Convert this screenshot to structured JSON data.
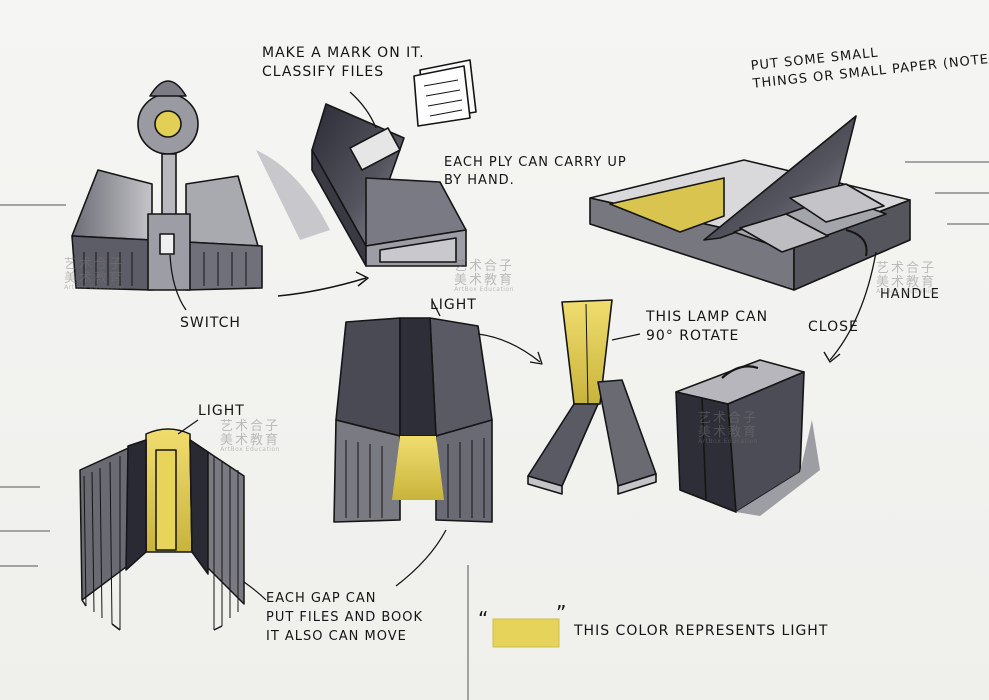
{
  "annotations": {
    "make_mark": "MAKE A MARK ON IT.",
    "classify_files": "CLASSIFY FILES",
    "each_ply_line1": "EACH PLY CAN CARRY UP",
    "each_ply_line2": "BY HAND.",
    "put_some_line1": "PUT SOME SMALL",
    "put_some_line2": "THINGS OR SMALL PAPER (NOTE)",
    "switch": "SWITCH",
    "light_top": "LIGHT",
    "lamp_rotate_line1": "THIS LAMP CAN",
    "lamp_rotate_line2": "90° ROTATE",
    "close": "CLOSE",
    "handle": "HANDLE",
    "light_left": "LIGHT",
    "gap_line1": "EACH GAP CAN",
    "gap_line2": "PUT FILES AND BOOK",
    "gap_line3": "IT ALSO CAN MOVE",
    "legend_quote_open": "“",
    "legend_quote_close": "”",
    "legend_text": "THIS COLOR REPRESENTS LIGHT"
  },
  "watermark": {
    "line1": "艺术合子",
    "line2": "美术教育",
    "line3": "ArtBox Education"
  },
  "colors": {
    "paper": "#f2f2f0",
    "ink": "#151515",
    "marker_dark": "#3c3c46",
    "marker_mid": "#7a7a82",
    "marker_light": "#b4b4ba",
    "light_yellow": "#e6d35a"
  }
}
